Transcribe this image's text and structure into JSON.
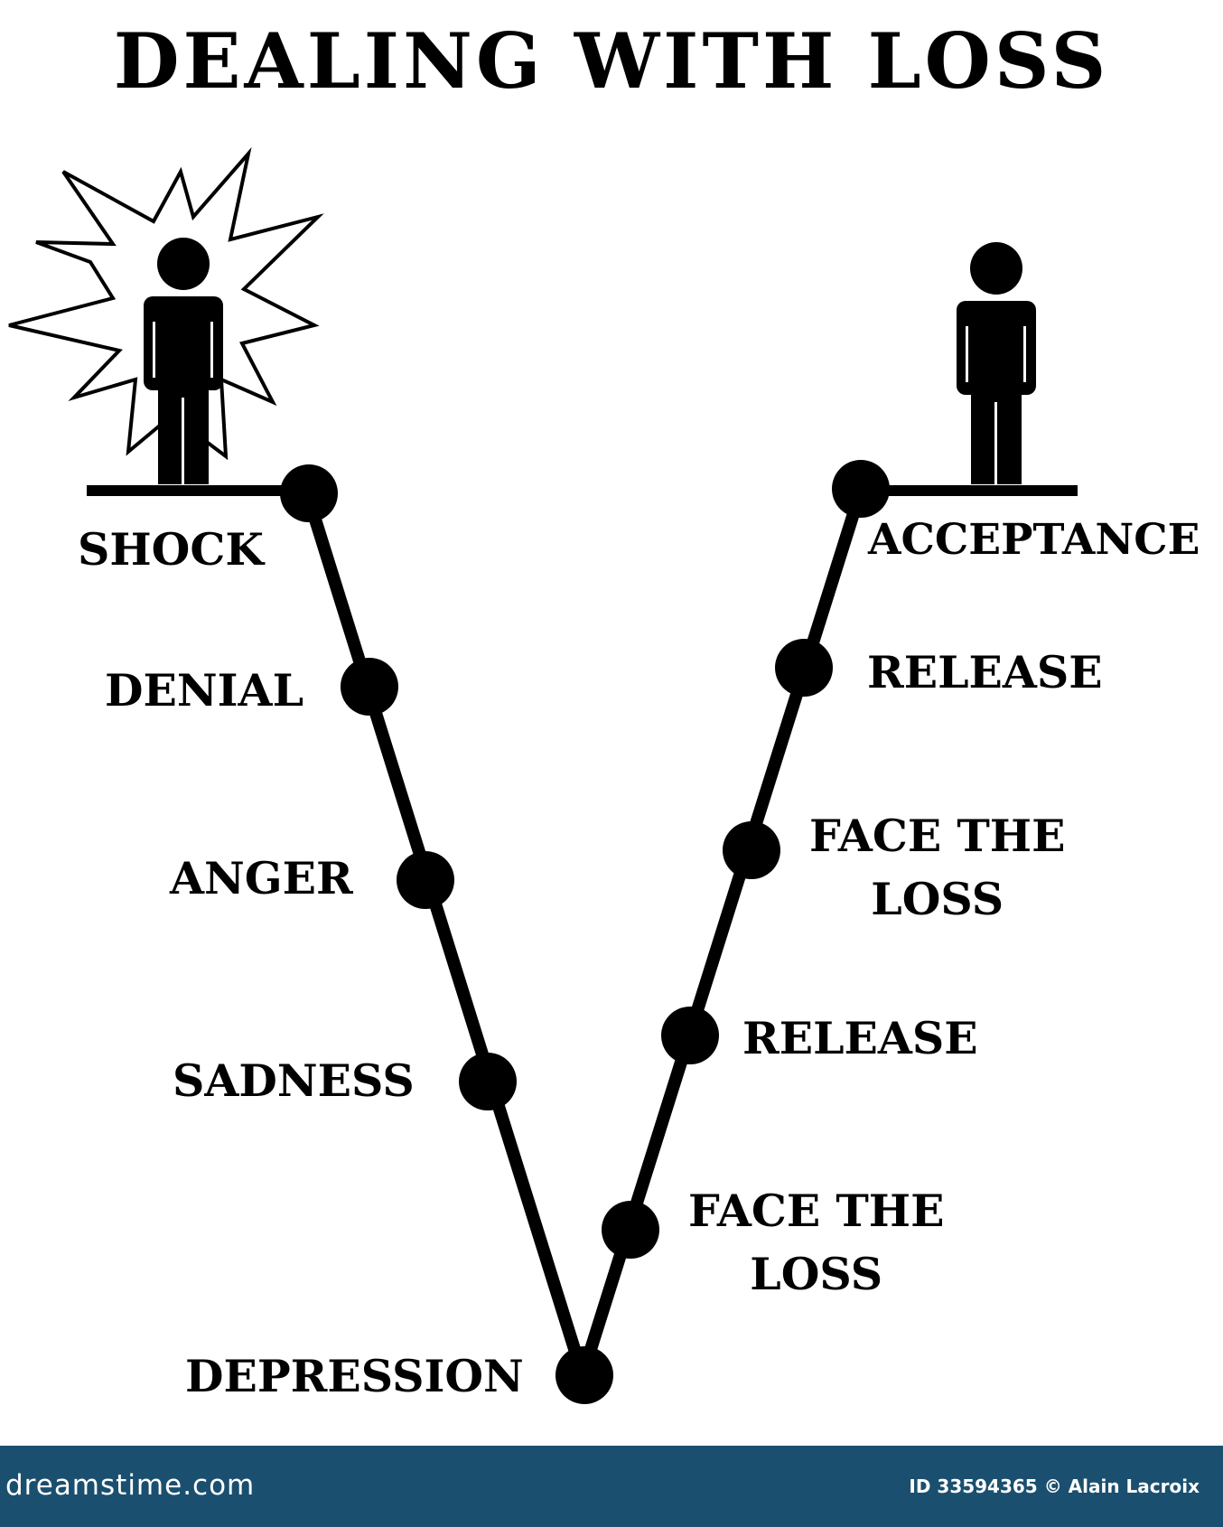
{
  "title": "DEALING WITH LOSS",
  "stages_left": [
    {
      "label": "SHOCK"
    },
    {
      "label": "DENIAL"
    },
    {
      "label": "ANGER"
    },
    {
      "label": "SADNESS"
    }
  ],
  "bottom": {
    "label": "DEPRESSION"
  },
  "stages_right": [
    {
      "label_line1": "FACE THE",
      "label_line2": "LOSS"
    },
    {
      "label": "RELEASE"
    },
    {
      "label_line1": "FACE THE",
      "label_line2": "LOSS"
    },
    {
      "label": "RELEASE"
    },
    {
      "label": "ACCEPTANCE"
    }
  ],
  "footer": {
    "logo": "dreamstime.com",
    "credit": "ID 33594365 © Alain Lacroix"
  },
  "colors": {
    "ink": "#000000",
    "footer_bg": "#1b4f6f",
    "footer_text": "#ffffff"
  },
  "icons": [
    "person-icon",
    "burst-icon"
  ]
}
